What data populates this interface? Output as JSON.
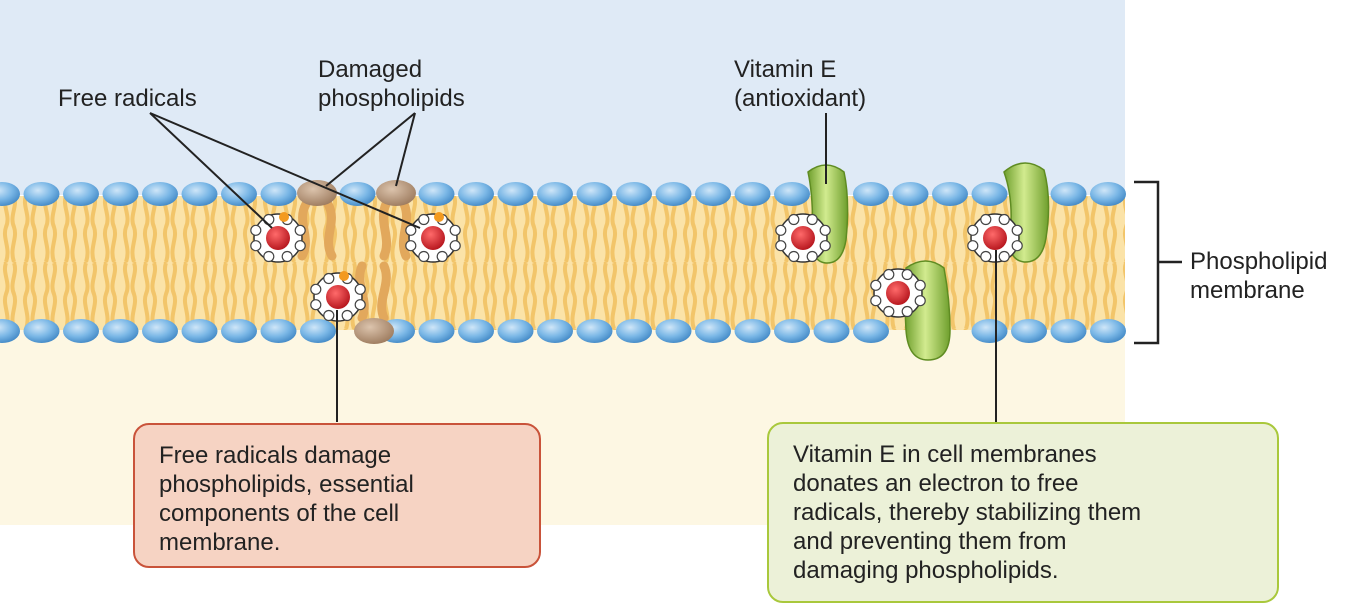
{
  "labels": {
    "free_radicals": "Free radicals",
    "damaged_phospholipids": "Damaged\nphospholipids",
    "vitamin_e": "Vitamin E\n(antioxidant)",
    "phospholipid_membrane": "Phospholipid\nmembrane"
  },
  "boxes": {
    "damage_text": "Free radicals damage\nphospholipids, essential\ncomponents of the cell\nmembrane.",
    "vitamin_e_text": "Vitamin E in cell membranes\ndonates an electron to free\nradicals, thereby stabilizing them\nand preventing them from\ndamaging phospholipids."
  },
  "colors": {
    "outside_region": "#dfeaf6",
    "inside_region": "#fdf7e3",
    "lipid_tail": "#f6cf7e",
    "head_group": "#7ab7e6",
    "damaged_head": "#b49378",
    "vitamin_e": "#9cc84b",
    "radical_core": "#d81e27",
    "left_box_fill": "#f6d3c3",
    "left_box_border": "#c9533a",
    "right_box_fill": "#ecf1d8",
    "right_box_border": "#a9c83c"
  }
}
